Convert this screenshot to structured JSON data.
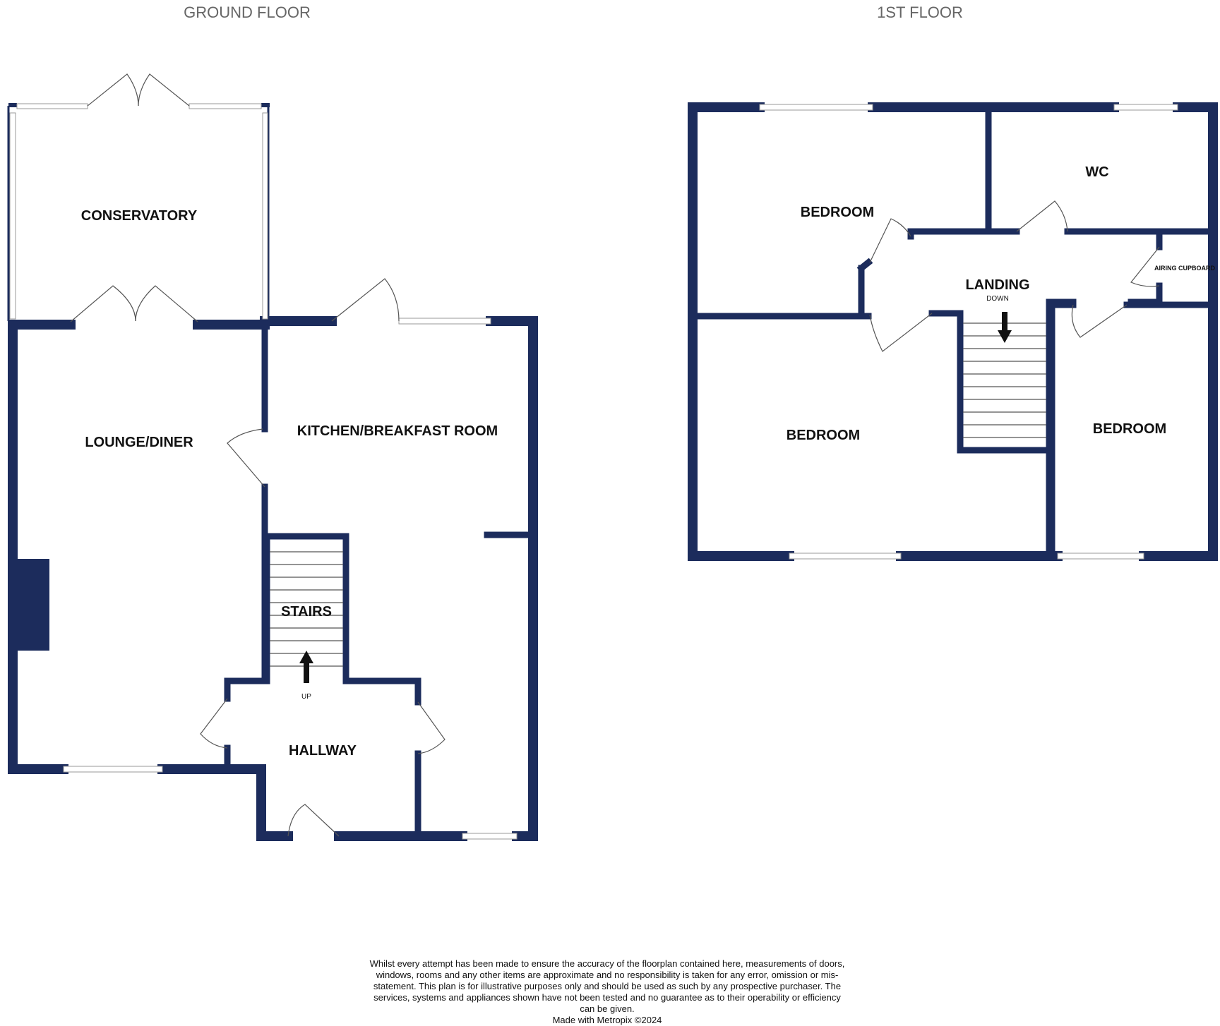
{
  "floors": {
    "ground": {
      "title": "GROUND FLOOR",
      "rooms": {
        "conservatory": "CONSERVATORY",
        "lounge": "LOUNGE/DINER",
        "kitchen": "KITCHEN/BREAKFAST ROOM",
        "stairs": "STAIRS",
        "hallway": "HALLWAY"
      },
      "stair_label": "UP"
    },
    "first": {
      "title": "1ST FLOOR",
      "rooms": {
        "bedroom_front_left": "BEDROOM",
        "wc": "WC",
        "landing": "LANDING",
        "airing": "AIRING CUPBOARD",
        "bedroom_rear_left": "BEDROOM",
        "bedroom_right": "BEDROOM"
      },
      "stair_label": "DOWN"
    }
  },
  "disclaimer": {
    "text": "Whilst every attempt has been made to ensure the accuracy of the floorplan contained here, measurements of doors, windows, rooms and any other items are approximate and no responsibility is taken for any error, omission or mis-statement. This plan is for illustrative purposes only and should be used as such by any prospective purchaser. The services, systems and appliances shown have not been tested and no guarantee as to their operability or efficiency can be given.",
    "credit": "Made with Metropix ©2024"
  },
  "colors": {
    "wall": "#1c2c5c",
    "window": "#9a9a9a",
    "door": "#555555"
  }
}
